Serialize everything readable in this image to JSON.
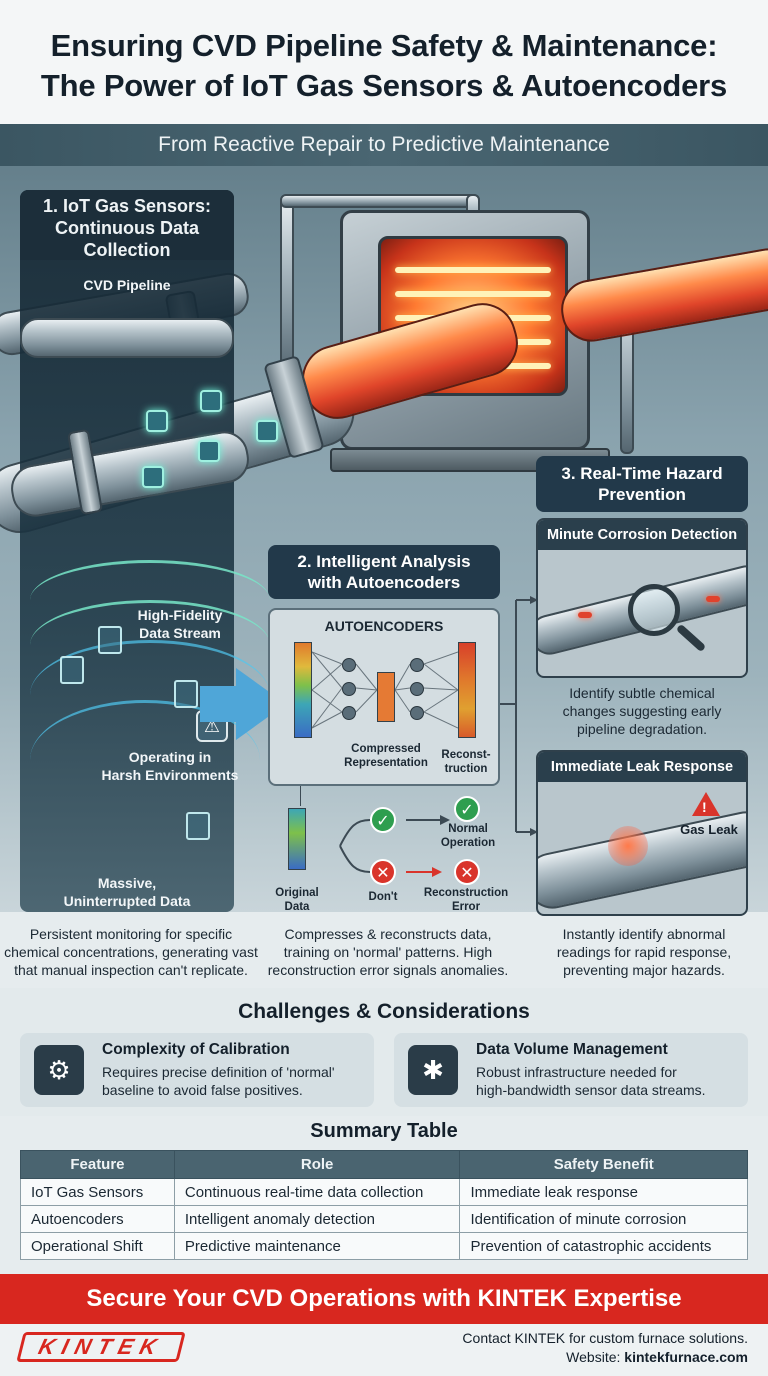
{
  "header": {
    "title_line1": "Ensuring CVD Pipeline Safety & Maintenance:",
    "title_line2": "The Power of IoT Gas Sensors & Autoencoders"
  },
  "hero": {
    "band": "From Reactive Repair to Predictive Maintenance"
  },
  "panel1": {
    "title_line1": "1. IoT Gas Sensors:",
    "title_line2": "Continuous Data",
    "title_line3": "Collection",
    "pipeline_label": "CVD Pipeline",
    "stream_line1": "High-Fidelity",
    "stream_line2": "Data Stream",
    "harsh_line1": "Operating in",
    "harsh_line2": "Harsh Environments",
    "massive_line1": "Massive,",
    "massive_line2": "Uninterrupted Data",
    "desc_line1": "Persistent monitoring for specific",
    "desc_line2": "chemical concentrations, generating vast",
    "desc_line3": "that manual inspection can't replicate."
  },
  "panel2": {
    "title_line1": "2. Intelligent Analysis",
    "title_line2": "with Autoencoders",
    "box_head": "AUTOENCODERS",
    "compressed_line1": "Compressed",
    "compressed_line2": "Representation",
    "recon_line1": "Reconst-",
    "recon_line2": "truction",
    "original_line1": "Original",
    "original_line2": "Data",
    "normal_line1": "Normal",
    "normal_line2": "Operation",
    "dont": "Don't",
    "error_line1": "Reconstruction",
    "error_line2": "Error",
    "desc_line1": "Compresses & reconstructs data,",
    "desc_line2": "training on 'normal' patterns. High",
    "desc_line3": "reconstruction error signals anomalies."
  },
  "panel3": {
    "title_line1": "3. Real-Time Hazard",
    "title_line2": "Prevention",
    "card1_title": "Minute Corrosion Detection",
    "card1_desc_line1": "Identify subtle chemical",
    "card1_desc_line2": "changes suggesting early",
    "card1_desc_line3": "pipeline degradation.",
    "card2_title": "Immediate Leak Response",
    "card2_badge": "Gas Leak",
    "desc_line1": "Instantly identify abnormal",
    "desc_line2": "readings for rapid response,",
    "desc_line3": "preventing major hazards."
  },
  "challenges": {
    "title": "Challenges & Considerations",
    "items": [
      {
        "title": "Complexity of Calibration",
        "desc_line1": "Requires precise definition of 'normal'",
        "desc_line2": "baseline to avoid false positives."
      },
      {
        "title": "Data Volume Management",
        "desc_line1": "Robust infrastructure needed for",
        "desc_line2": "high-bandwidth sensor data streams."
      }
    ]
  },
  "table": {
    "title": "Summary Table",
    "headers": [
      "Feature",
      "Role",
      "Safety Benefit"
    ],
    "rows": [
      [
        "IoT Gas Sensors",
        "Continuous real-time data collection",
        "Immediate leak response"
      ],
      [
        "Autoencoders",
        "Intelligent anomaly detection",
        "Identification of minute corrosion"
      ],
      [
        "Operational Shift",
        "Predictive maintenance",
        "Prevention of catastrophic accidents"
      ]
    ]
  },
  "cta": {
    "text": "Secure Your CVD Operations with KINTEK Expertise"
  },
  "footer": {
    "logo": "KINTEK",
    "contact_line1": "Contact KINTEK for custom furnace solutions.",
    "website_prefix": "Website: ",
    "website": "kintekfurnace.com"
  },
  "colors": {
    "accent_red": "#d8271f",
    "dark_navy": "#22394a",
    "sensor_glow": "#6ff2d8",
    "ok_green": "#2e9e4f",
    "error_red": "#d9342b"
  }
}
